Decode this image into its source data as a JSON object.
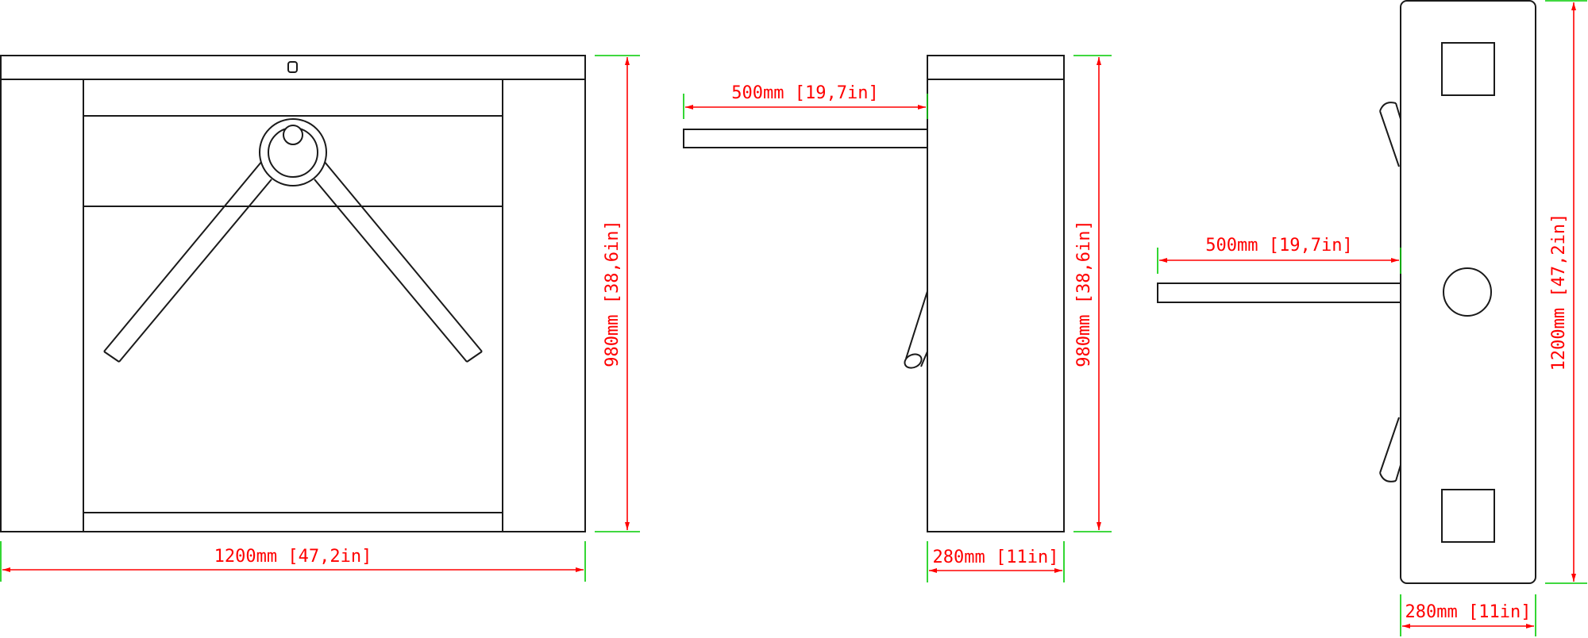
{
  "views": [
    {
      "id": "front",
      "dimensions": {
        "width": "1200mm [47,2in]",
        "height": "980mm [38,6in]"
      }
    },
    {
      "id": "side",
      "dimensions": {
        "arm": "500mm [19,7in]",
        "height": "980mm [38,6in]",
        "depth": "280mm [11in]"
      }
    },
    {
      "id": "top",
      "dimensions": {
        "arm": "500mm [19,7in]",
        "length": "1200mm [47,2in]",
        "depth": "280mm [11in]"
      }
    }
  ],
  "colors": {
    "outline": "#1a1a1a",
    "dimension": "#ff0000",
    "extension": "#00cc00",
    "background": "#ffffff"
  }
}
